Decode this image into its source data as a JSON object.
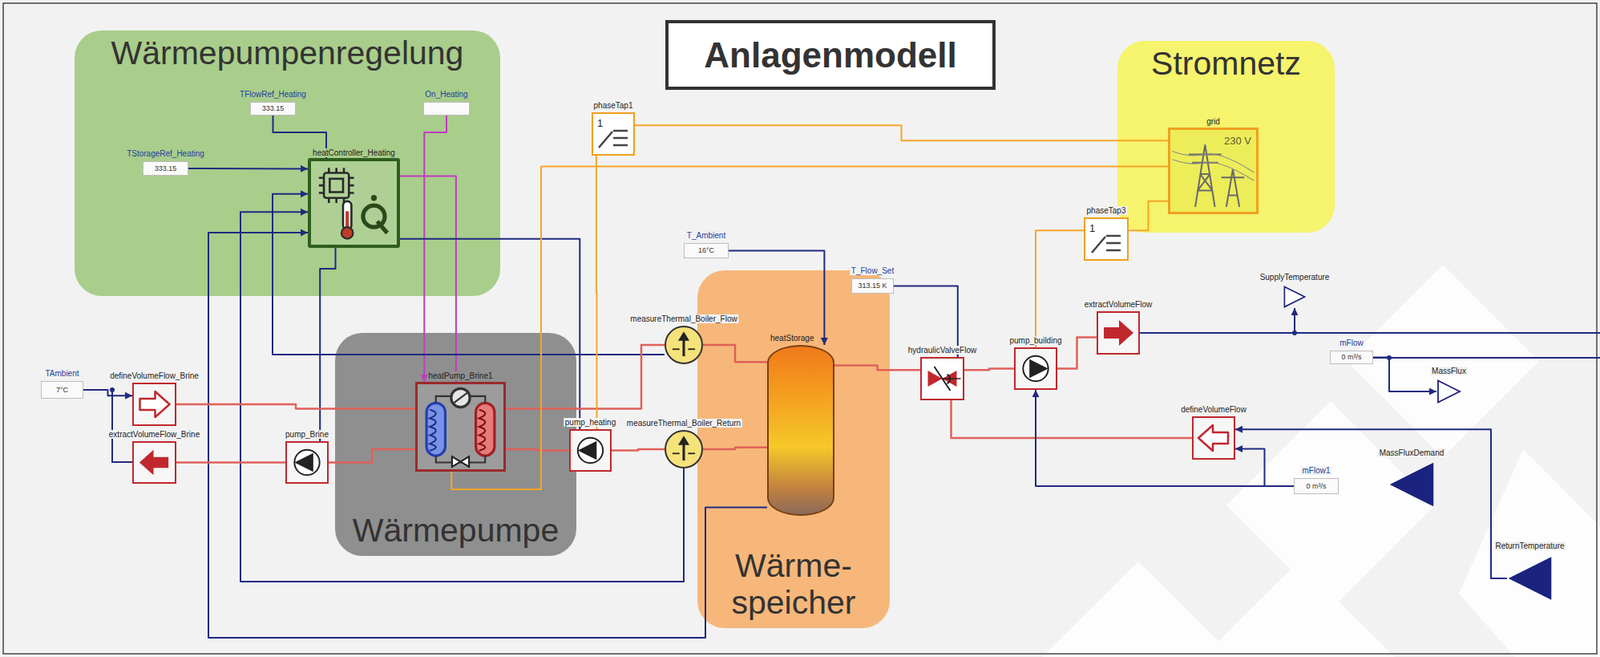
{
  "diagram": {
    "title": "Anlagenmodell",
    "nodes": [
      {
        "text": [
          "Wärmepumpenregelung"
        ]
      },
      {
        "text": [
          "TFlowRef_Heating",
          "333.15"
        ],
        "in": 0
      },
      {
        "text": [
          "On_Heating"
        ],
        "in": 0
      },
      {
        "text": [
          "TStorageRef_Heating",
          "333.15"
        ],
        "in": 0
      },
      {
        "text": [
          "heatController_Heating"
        ],
        "in": 0
      },
      {
        "text": [
          "phaseTap1",
          "1"
        ]
      },
      {
        "text": [
          "Stromnetz"
        ]
      },
      {
        "text": [
          "grid",
          "230 V"
        ],
        "in": 6
      },
      {
        "text": [
          "phaseTap3",
          "1"
        ]
      },
      {
        "text": [
          "T_Ambient",
          "16°C"
        ]
      },
      {
        "text": [
          "T_Flow_Set",
          "313.15 K"
        ]
      },
      {
        "text": [
          "SupplyTemperature"
        ]
      },
      {
        "text": [
          "TAmbient",
          "7°C"
        ]
      },
      {
        "text": [
          "defineVolumeFlow_Brine"
        ]
      },
      {
        "text": [
          "extractVolumeFlow_Brine"
        ]
      },
      {
        "text": [
          "Wärmepumpe"
        ]
      },
      {
        "text": [
          "heatPump_Brine1"
        ],
        "in": 15
      },
      {
        "text": [
          "pump_Brine"
        ]
      },
      {
        "text": [
          "pump_heating"
        ]
      },
      {
        "text": [
          "measureThermal_Boiler_Flow"
        ]
      },
      {
        "text": [
          "measureThermal_Boiler_Return"
        ]
      },
      {
        "text": [
          "Wärme- speicher"
        ]
      },
      {
        "text": [
          "heatStorage"
        ],
        "in": 21
      },
      {
        "text": [
          "hydraulicValveFlow"
        ]
      },
      {
        "text": [
          "pump_building"
        ]
      },
      {
        "text": [
          "extractVolumeFlow"
        ]
      },
      {
        "text": [
          "mFlow",
          "0 m³/s"
        ]
      },
      {
        "text": [
          "MassFlux"
        ]
      },
      {
        "text": [
          "defineVolumeFlow"
        ]
      },
      {
        "text": [
          "MassFluxDemand"
        ]
      },
      {
        "text": [
          "mFlow1",
          "0 m³/s"
        ]
      },
      {
        "text": [
          "ReturnTemperature"
        ]
      }
    ],
    "edges": [
      {
        "from": 1,
        "to": 4,
        "arrow": "to"
      },
      {
        "from": 3,
        "to": 4,
        "arrow": "to"
      },
      {
        "from": 2,
        "to": 16,
        "arrow": "to"
      },
      {
        "from": 4,
        "to": 16,
        "arrow": "to"
      },
      {
        "from": 4,
        "to": 17,
        "arrow": "to"
      },
      {
        "from": 4,
        "to": 18,
        "arrow": "to"
      },
      {
        "from": 19,
        "to": 4,
        "arrow": "to"
      },
      {
        "from": 20,
        "to": 4,
        "arrow": "to"
      },
      {
        "from": 22,
        "to": 4,
        "arrow": "to"
      },
      {
        "from": 12,
        "to": 13,
        "arrow": "to"
      },
      {
        "from": 13,
        "to": 16,
        "arrow": "none"
      },
      {
        "from": 16,
        "to": 17,
        "arrow": "none"
      },
      {
        "from": 17,
        "to": 14,
        "arrow": "none"
      },
      {
        "from": 16,
        "to": 19,
        "arrow": "none"
      },
      {
        "from": 19,
        "to": 22,
        "arrow": "none"
      },
      {
        "from": 22,
        "to": 20,
        "arrow": "none"
      },
      {
        "from": 20,
        "to": 18,
        "arrow": "none"
      },
      {
        "from": 18,
        "to": 16,
        "arrow": "none"
      },
      {
        "from": 9,
        "to": 22,
        "arrow": "to"
      },
      {
        "from": 22,
        "to": 23,
        "arrow": "none"
      },
      {
        "from": 10,
        "to": 23,
        "arrow": "to"
      },
      {
        "from": 23,
        "to": 24,
        "arrow": "none"
      },
      {
        "from": 24,
        "to": 25,
        "arrow": "none"
      },
      {
        "from": 23,
        "to": 28,
        "arrow": "none"
      },
      {
        "from": 25,
        "to": 11,
        "arrow": "to"
      },
      {
        "from": 26,
        "to": 27,
        "arrow": "to"
      },
      {
        "from": 30,
        "to": 24,
        "arrow": "to"
      },
      {
        "from": 30,
        "to": 28,
        "arrow": "to"
      },
      {
        "from": 31,
        "to": 28,
        "arrow": "to"
      },
      {
        "from": 7,
        "to": 5,
        "arrow": "none"
      },
      {
        "from": 7,
        "to": 16,
        "arrow": "none"
      },
      {
        "from": 5,
        "to": 18,
        "arrow": "none"
      },
      {
        "from": 7,
        "to": 8,
        "arrow": "none"
      },
      {
        "from": 8,
        "to": 24,
        "arrow": "none"
      }
    ]
  }
}
